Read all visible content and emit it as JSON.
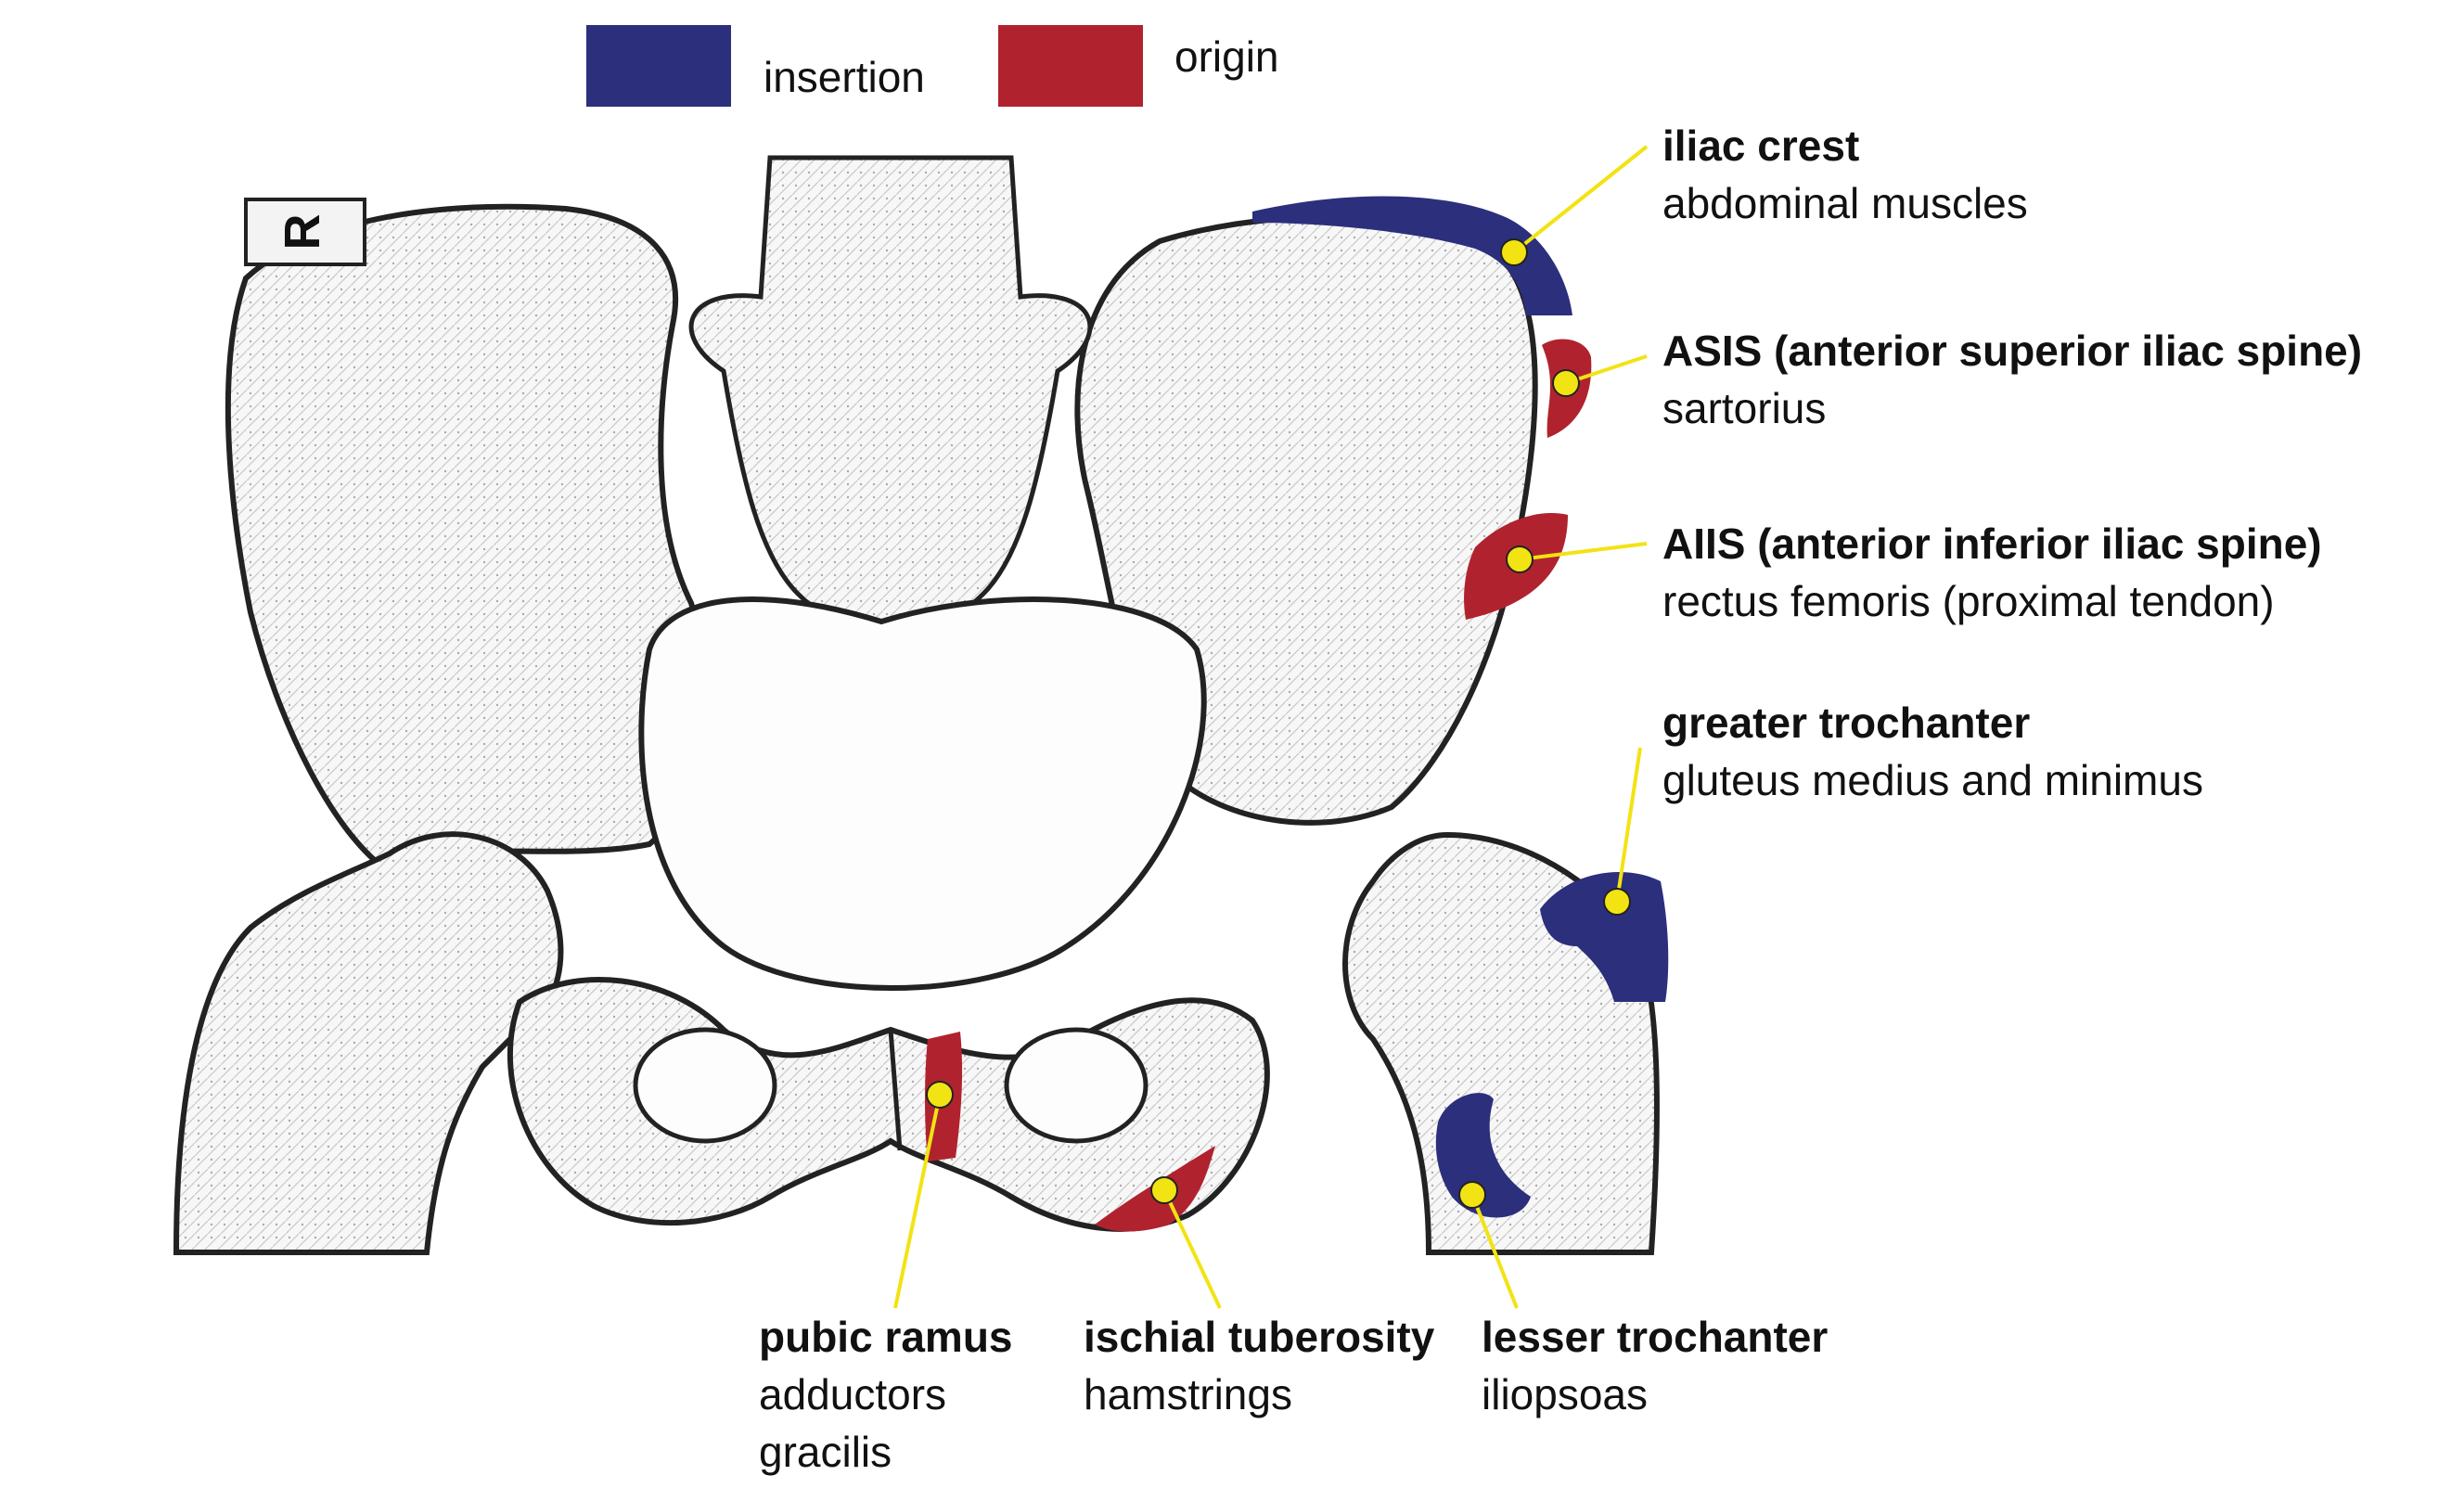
{
  "legend": {
    "insertion": {
      "label": "insertion",
      "color": "#2b2f7c"
    },
    "origin": {
      "label": "origin",
      "color": "#b0232e"
    }
  },
  "marker_color": "#f2e313",
  "callouts": [
    {
      "id": "iliac-crest",
      "title": "iliac crest",
      "lines": [
        "abdominal muscles"
      ],
      "type": "insertion"
    },
    {
      "id": "asis",
      "title": "ASIS (anterior superior iliac spine)",
      "lines": [
        "sartorius"
      ],
      "type": "origin"
    },
    {
      "id": "aiis",
      "title": "AIIS (anterior inferior iliac spine)",
      "lines": [
        "rectus femoris (proximal tendon)"
      ],
      "type": "origin"
    },
    {
      "id": "greater-trochanter",
      "title": "greater trochanter",
      "lines": [
        "gluteus medius and minimus"
      ],
      "type": "insertion"
    },
    {
      "id": "pubic-ramus",
      "title": "pubic ramus",
      "lines": [
        "adductors",
        "gracilis"
      ],
      "type": "origin"
    },
    {
      "id": "ischial-tuberosity",
      "title": "ischial tuberosity",
      "lines": [
        "hamstrings"
      ],
      "type": "origin"
    },
    {
      "id": "lesser-trochanter",
      "title": "lesser trochanter",
      "lines": [
        "iliopsoas"
      ],
      "type": "insertion"
    }
  ],
  "image": {
    "marker_text": "R"
  }
}
